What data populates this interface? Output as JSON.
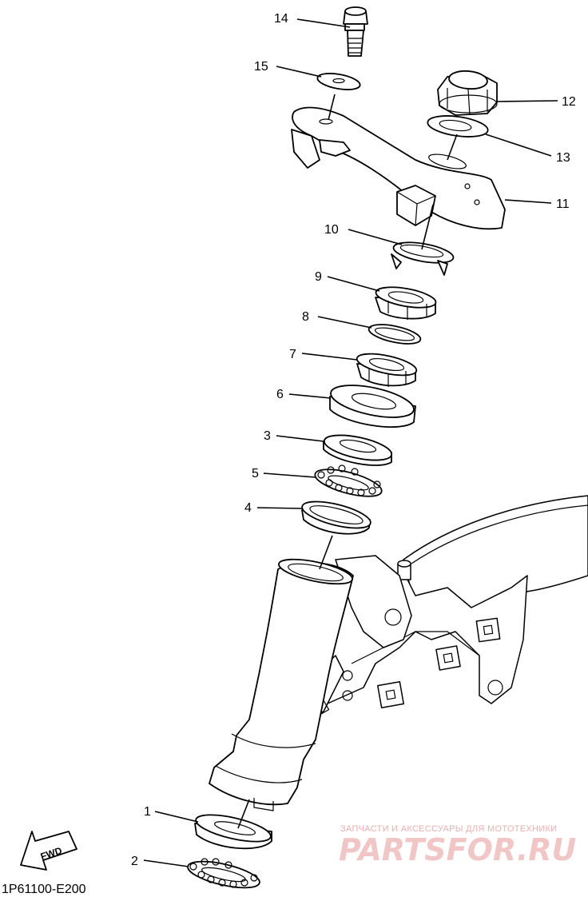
{
  "callouts": [
    "1",
    "2",
    "3",
    "4",
    "5",
    "6",
    "7",
    "8",
    "9",
    "10",
    "11",
    "12",
    "13",
    "14",
    "15"
  ],
  "diagram_code": "1P61100-E200",
  "fwd_label": "FWD",
  "watermark": {
    "line1": "ЗАПЧАСТИ И АКСЕССУАРЫ ДЛЯ МОТОТЕХНИКИ",
    "line2": "PARTSFOR.RU"
  },
  "colors": {
    "ink": "#000000",
    "watermark": "#f0c6c6"
  }
}
